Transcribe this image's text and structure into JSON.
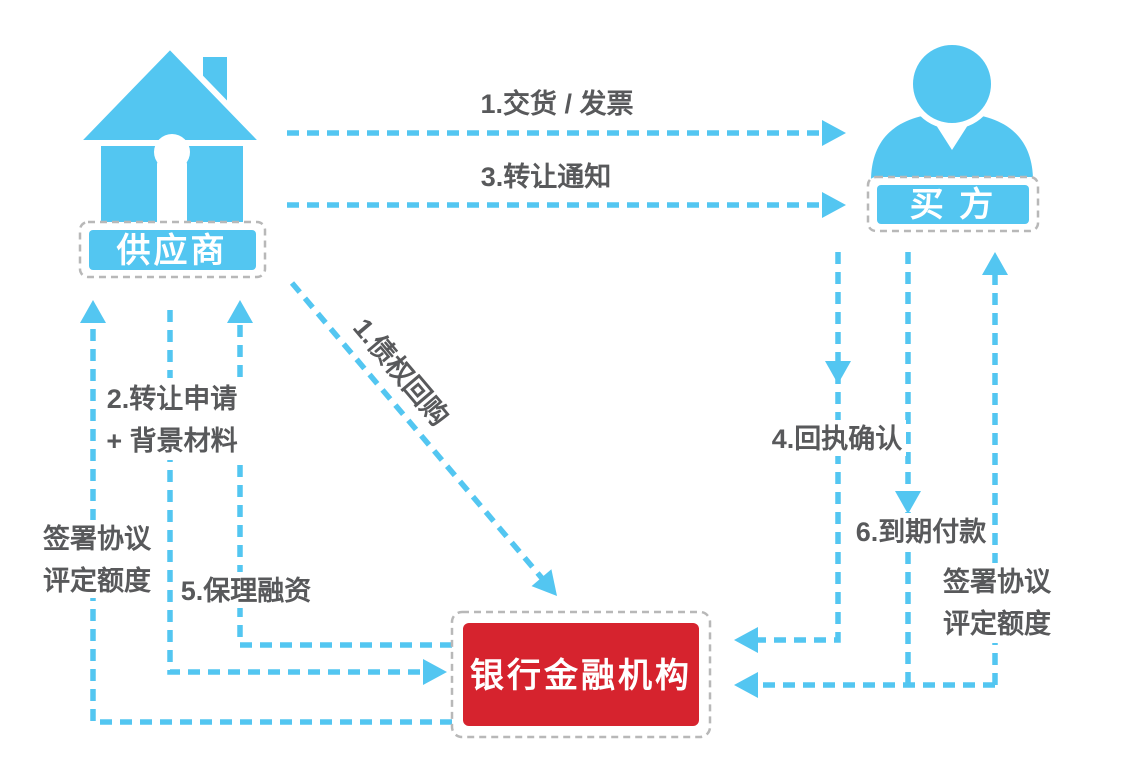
{
  "colors": {
    "blue": "#53c6f1",
    "red": "#d6232e",
    "text": "#58595b"
  },
  "nodes": {
    "supplier": {
      "label": "供应商",
      "icon": "house-icon"
    },
    "buyer": {
      "label": "买 方",
      "icon": "person-icon"
    },
    "bank": {
      "label": "银行金融机构"
    }
  },
  "flows": {
    "delivery_invoice": {
      "label": "1.交货 / 发票",
      "from": "supplier",
      "to": "buyer"
    },
    "transfer_notice": {
      "label": "3.转让通知",
      "from": "supplier",
      "to": "buyer"
    },
    "debt_repurchase": {
      "label": "1.债权回购",
      "from": "supplier",
      "to": "bank"
    },
    "transfer_application": {
      "lines": [
        "2.转让申请",
        "+ 背景材料"
      ],
      "from": "supplier",
      "to": "bank"
    },
    "sign_agreement_supplier": {
      "lines": [
        "签署协议",
        "评定额度"
      ],
      "from": "bank",
      "to": "supplier"
    },
    "factoring_financing": {
      "label": "5.保理融资",
      "from": "bank",
      "to": "supplier"
    },
    "receipt_confirmation": {
      "label": "4.回执确认",
      "from": "buyer",
      "to": "bank"
    },
    "maturity_payment": {
      "label": "6.到期付款",
      "from": "buyer",
      "to": "bank"
    },
    "sign_agreement_buyer": {
      "lines": [
        "签署协议",
        "评定额度"
      ],
      "from": "bank",
      "to": "buyer"
    }
  }
}
